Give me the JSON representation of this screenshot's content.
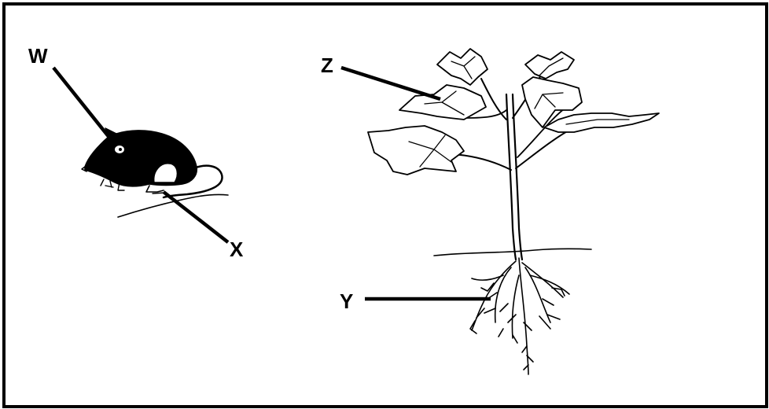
{
  "labels": {
    "w": "W",
    "x": "X",
    "y": "Y",
    "z": "Z"
  },
  "colors": {
    "ink": "#000000",
    "paper": "#ffffff"
  }
}
